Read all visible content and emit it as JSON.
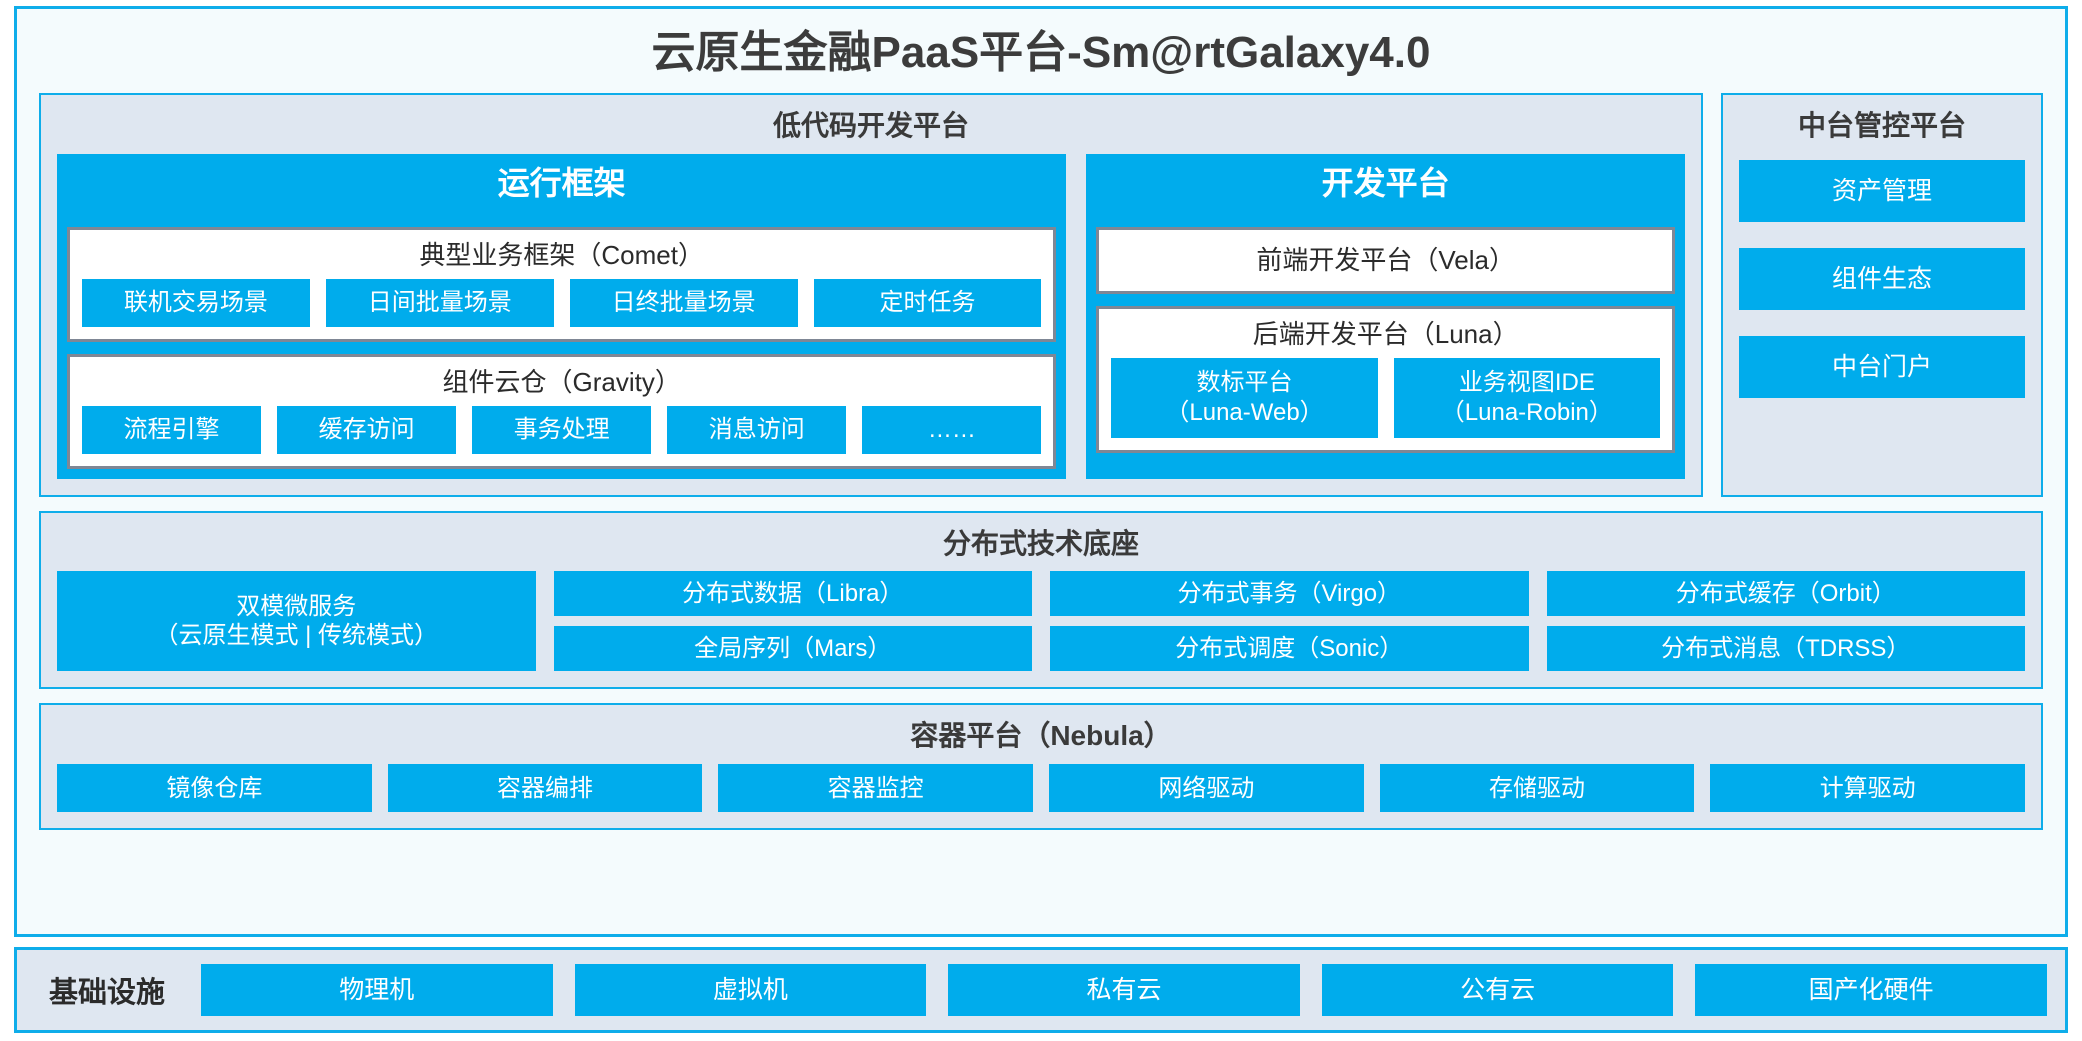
{
  "title": "云原生金融PaaS平台-Sm@rtGalaxy4.0",
  "colors": {
    "accent_blue": "#00ACEC",
    "border_blue": "#0EADEA",
    "panel_bg": "#DFE7F1",
    "page_bg": "#F4FBFD",
    "grey_border": "#7F8795",
    "text_dark": "#3A3A3A"
  },
  "lowcode": {
    "title": "低代码开发平台",
    "runtime": {
      "title": "运行框架",
      "comet": {
        "title": "典型业务框架（Comet）",
        "items": [
          "联机交易场景",
          "日间批量场景",
          "日终批量场景",
          "定时任务"
        ]
      },
      "gravity": {
        "title": "组件云仓（Gravity）",
        "items": [
          "流程引擎",
          "缓存访问",
          "事务处理",
          "消息访问",
          "……"
        ]
      }
    },
    "devplatform": {
      "title": "开发平台",
      "frontend": "前端开发平台（Vela）",
      "backend": {
        "title": "后端开发平台（Luna）",
        "items": [
          "数标平台\n（Luna-Web）",
          "业务视图IDE\n（Luna-Robin）"
        ]
      }
    }
  },
  "midplatform": {
    "title": "中台管控平台",
    "items": [
      "资产管理",
      "组件生态",
      "中台门户"
    ]
  },
  "techbase": {
    "title": "分布式技术底座",
    "microservice": "双模微服务\n（云原生模式 | 传统模式）",
    "col2": [
      "分布式数据（Libra）",
      "全局序列（Mars）"
    ],
    "col3": [
      "分布式事务（Virgo）",
      "分布式调度（Sonic）"
    ],
    "col4": [
      "分布式缓存（Orbit）",
      "分布式消息（TDRSS）"
    ]
  },
  "containerplatform": {
    "title": "容器平台（Nebula）",
    "items": [
      "镜像仓库",
      "容器编排",
      "容器监控",
      "网络驱动",
      "存储驱动",
      "计算驱动"
    ]
  },
  "infrastructure": {
    "label": "基础设施",
    "items": [
      "物理机",
      "虚拟机",
      "私有云",
      "公有云",
      "国产化硬件"
    ]
  }
}
